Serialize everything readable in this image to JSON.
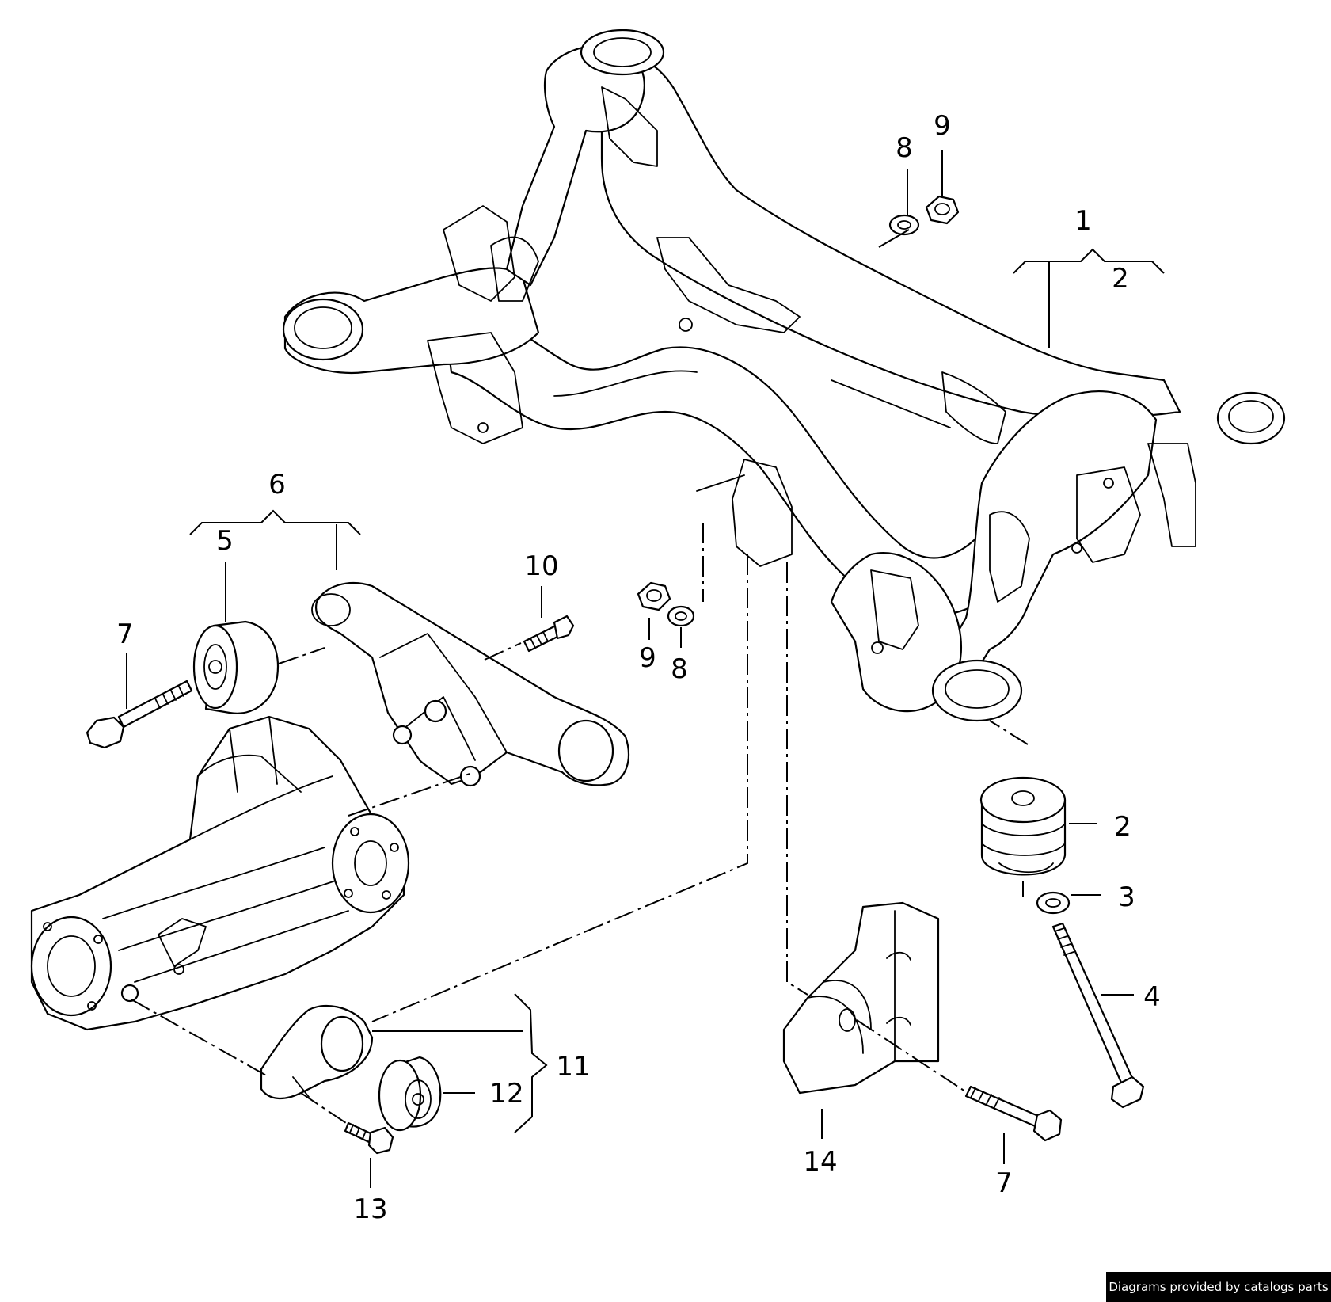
{
  "callouts": [
    {
      "id": "c1",
      "label": "1"
    },
    {
      "id": "c2a",
      "label": "2"
    },
    {
      "id": "c2b",
      "label": "2"
    },
    {
      "id": "c3",
      "label": "3"
    },
    {
      "id": "c4",
      "label": "4"
    },
    {
      "id": "c5",
      "label": "5"
    },
    {
      "id": "c6",
      "label": "6"
    },
    {
      "id": "c7a",
      "label": "7"
    },
    {
      "id": "c7b",
      "label": "7"
    },
    {
      "id": "c8a",
      "label": "8"
    },
    {
      "id": "c8b",
      "label": "8"
    },
    {
      "id": "c9a",
      "label": "9"
    },
    {
      "id": "c9b",
      "label": "9"
    },
    {
      "id": "c10",
      "label": "10"
    },
    {
      "id": "c11",
      "label": "11"
    },
    {
      "id": "c12",
      "label": "12"
    },
    {
      "id": "c13",
      "label": "13"
    },
    {
      "id": "c14",
      "label": "14"
    }
  ],
  "footer": {
    "text": "Diagrams provided by catalogs parts"
  },
  "colors": {
    "line": "#000000",
    "background": "#ffffff",
    "footer_bg": "#000000",
    "footer_text": "#ffffff"
  }
}
